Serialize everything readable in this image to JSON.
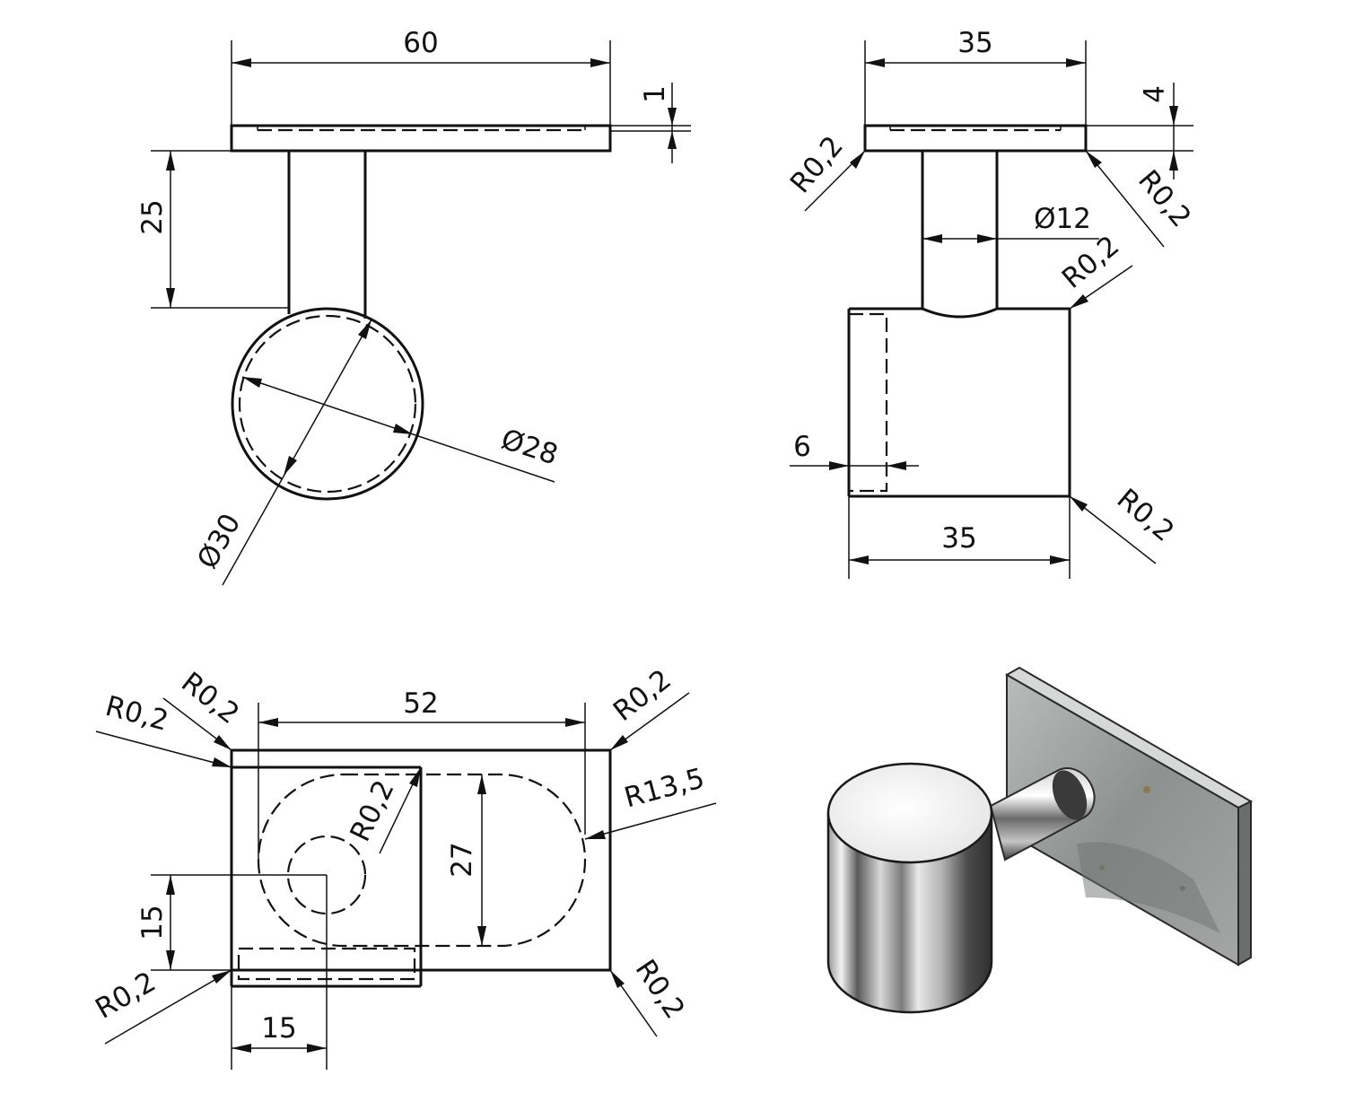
{
  "front_view": {
    "width": "60",
    "plate_thickness": "1",
    "post_length": "25",
    "outer_diameter": "Ø28",
    "inner_diameter": "Ø30"
  },
  "side_view": {
    "plate_width": "35",
    "plate_thickness": "4",
    "radius_top_left": "R0,2",
    "radius_top_right": "R0,2",
    "post_diameter": "Ø12",
    "radius_body_top": "R0,2",
    "bore_depth": "6",
    "body_width": "35",
    "radius_body_bottom": "R0,2"
  },
  "top_view": {
    "radius_tl_outer": "R0,2",
    "radius_tl_inner": "R0,2",
    "slot_length": "52",
    "radius_tr": "R0,2",
    "radius_inner": "R0,2",
    "slot_radius": "R13,5",
    "slot_width": "27",
    "hole_offset_y": "15",
    "radius_bl": "R0,2",
    "radius_br": "R0,2",
    "hole_offset_x": "15"
  },
  "iso_view": {
    "colors": {
      "plate": "#8e9290",
      "plate_edge": "#5e6260",
      "chrome_light": "#f4f4f4",
      "chrome_dark": "#3a3a3a"
    }
  }
}
